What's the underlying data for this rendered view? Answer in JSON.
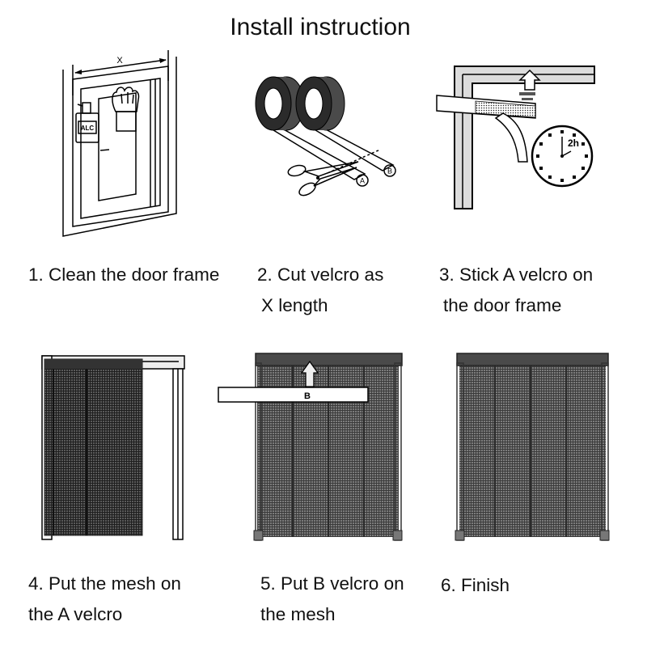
{
  "title": "Install instruction",
  "steps": [
    {
      "line1": "1. Clean the door frame",
      "labels": {
        "width": "X",
        "bottle": "ALC"
      }
    },
    {
      "line1": "2. Cut velcro as",
      "line2": "X length",
      "labels": {
        "velcro_a": "A",
        "velcro_b": "B"
      }
    },
    {
      "line1": "3. Stick A velcro on",
      "line2": "the door frame",
      "labels": {
        "time": "2h"
      }
    },
    {
      "line1": "4. Put the mesh on",
      "line2": "the A velcro"
    },
    {
      "line1": "5. Put B velcro on",
      "line2": "the mesh",
      "labels": {
        "strip": "B"
      }
    },
    {
      "line1": "6. Finish"
    }
  ]
}
